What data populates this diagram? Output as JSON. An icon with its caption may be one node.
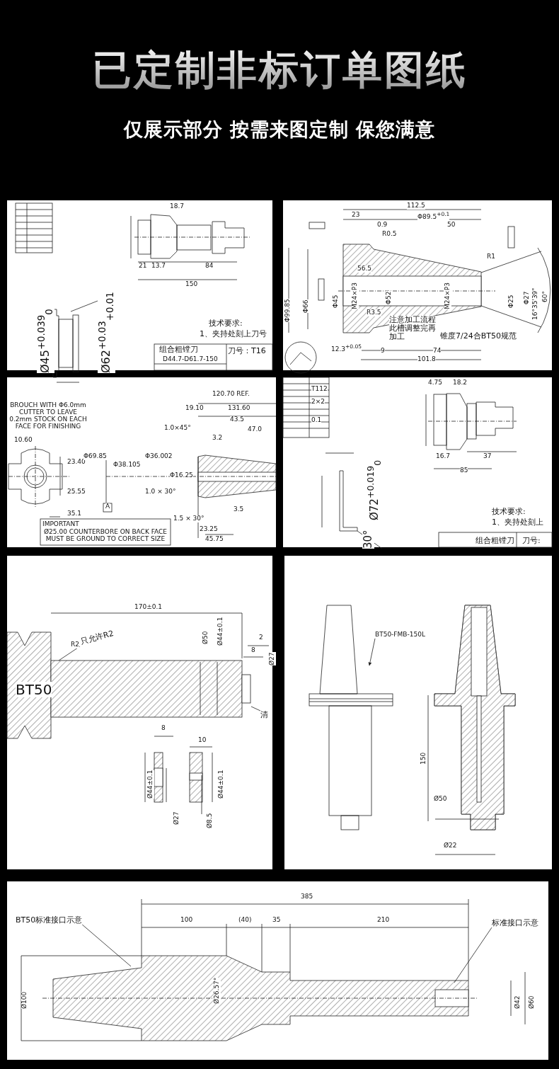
{
  "diagram": {
    "title": "已定制非标订单图纸",
    "nodes": [
      {
        "text": [
          "只允许R2"
        ]
      },
      {
        "text": [
          "清"
        ]
      },
      {
        "text": [
          "BT50-FMB-150L"
        ]
      },
      {
        "text": [
          "BT50标准接口示意"
        ]
      },
      {
        "text": [
          "标准接口示意"
        ]
      },
      {
        "text": [],
        "shape": "picture"
      }
    ],
    "edges": [
      {
        "from": 0,
        "to": null,
        "arrow": "none"
      },
      {
        "from": 1,
        "to": null,
        "arrow": "none"
      },
      {
        "from": 2,
        "to": 5,
        "arrow": "to"
      },
      {
        "from": 3,
        "to": null,
        "arrow": "none"
      },
      {
        "from": 4,
        "to": null,
        "arrow": "none"
      }
    ],
    "labels": [
      "仅展示部分 按需来图定制 保您满意",
      "18.7",
      "21",
      "13.7",
      "84",
      "150",
      "Ø45$^{+0.039}$$_{0}$",
      "Ø62$^{+0.03}$$_{+0.01}$",
      "技术要求:",
      "1、夹持处刻上刀号",
      "组合粗镗刀",
      "D44.7-D61.7-150",
      "刀号：T16",
      "112.5",
      "23",
      "Φ89.5$^{+0.1}$",
      "0.9",
      "50",
      "R0.5",
      "R1",
      "56.5",
      "Φ99.85",
      "Φ66",
      "Φ45",
      "M24×P3",
      "Φ52",
      "M24×P3",
      "Φ25",
      "Φ27",
      "16°35'39\"",
      "60°",
      "R3.5",
      "注意加工流程此槽调整完再加工",
      "锥度7/24合BT50规范",
      "12.3$^{+0.05}$",
      "9",
      "74",
      "101.8",
      "120.70 REF.",
      "19.10",
      "131.60",
      "43.5",
      "1.0×45°",
      "47.0",
      "3.2",
      "BROUCH WITH Φ6.0mm CUTTER TO LEAVE 0.2mm STOCK ON EACH FACE FOR FINISHING",
      "10.60",
      "23.40",
      "25.55",
      "35.1",
      "Φ69.85",
      "Φ38.105",
      "Φ36.002",
      "Φ16.25",
      "1.0 × 30°",
      "A",
      "3.5",
      "1.5 × 30°",
      "IMPORTANT",
      "Ø25.00 COUNTERBORE ON BACK FACE MUST BE GROUND TO CORRECT SIZE",
      "23.25",
      "45.75",
      "T112",
      "2×2",
      "0.1",
      "4.75",
      "18.2",
      "16.7",
      "37",
      "85",
      "Ø72$^{+0.019}$$_{0}$",
      "30°",
      "技术要求:",
      "1、夹持处刻上",
      "组合粗镗刀",
      "刀号:",
      "170±0.1",
      "R2",
      "Ø50",
      "Ø44±0.1",
      "2",
      "8",
      "Ø27",
      "BT50",
      "8",
      "10",
      "Ø44±0.1",
      "Ø27",
      "Ø44±0.1",
      "Ø8.5",
      "150",
      "Ø50",
      "Ø22",
      "385",
      "100",
      "(40)",
      "35",
      "210",
      "Ø100",
      "Ø26.57°",
      "Ø42",
      "Ø60"
    ]
  }
}
